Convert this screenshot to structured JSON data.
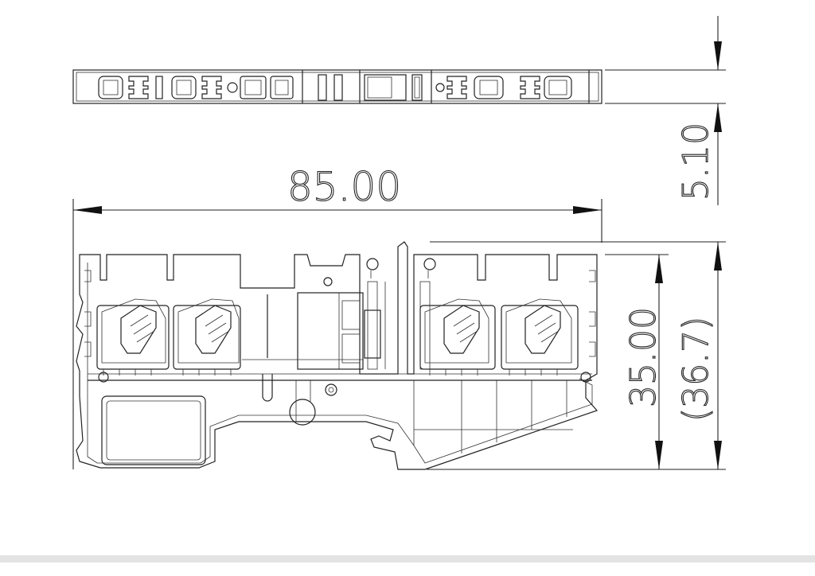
{
  "dimensions": {
    "overall_length": "85.00",
    "top_view_thickness": "5.10",
    "body_height": "35.00",
    "total_height": "(36.7)"
  }
}
